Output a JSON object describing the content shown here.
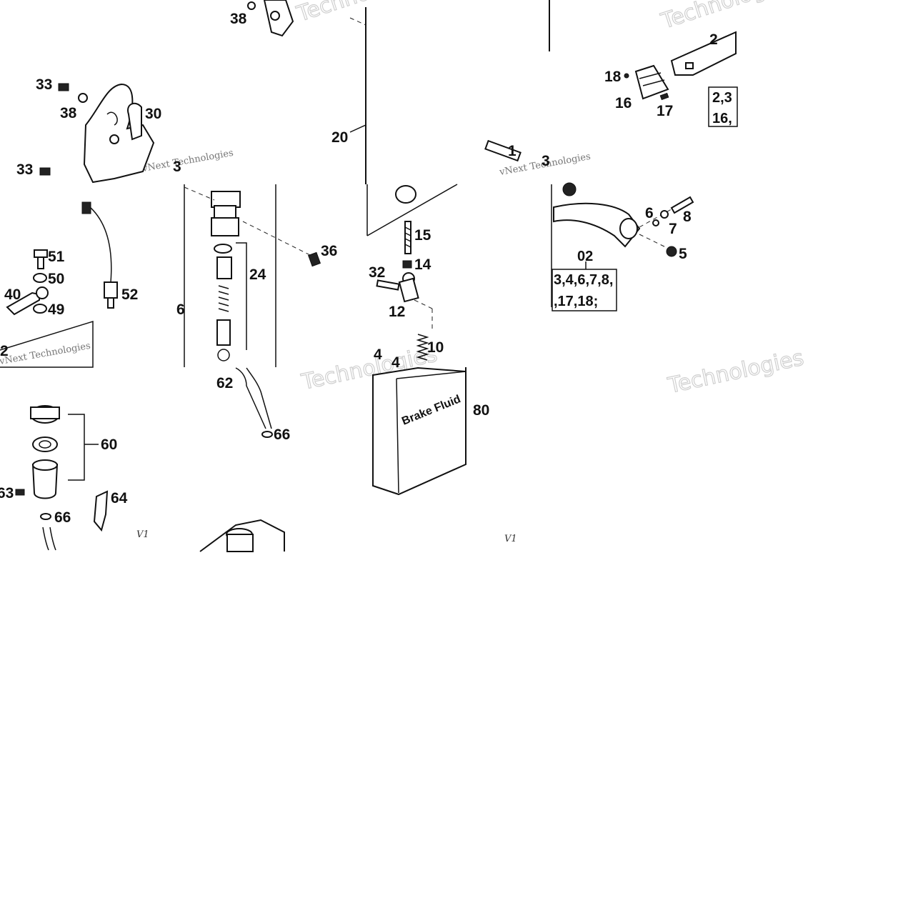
{
  "diagram": {
    "brand_text": "Brake Fluid",
    "version_labels": [
      "V1",
      "V1"
    ],
    "watermarks": [
      "Technologies",
      "vNext Technologies"
    ],
    "kit_label": "02",
    "kit_contents": [
      "3,4,6,7,8,",
      ",17,18;"
    ],
    "kit_contents_top": [
      "2,3",
      "16,"
    ],
    "callouts": {
      "n1": "1",
      "n2": "2",
      "n2b": "2",
      "n3": "3",
      "n3b": "3",
      "n4": "4",
      "n4b": "4",
      "n5": "5",
      "n6": "6",
      "n6b": "6",
      "n7": "7",
      "n8": "8",
      "n10": "10",
      "n12": "12",
      "n14": "14",
      "n15": "15",
      "n16": "16",
      "n17": "17",
      "n18": "18",
      "n20": "20",
      "n24": "24",
      "n30": "30",
      "n32": "32",
      "n33a": "33",
      "n33b": "33",
      "n36": "36",
      "n38a": "38",
      "n38b": "38",
      "n40": "40",
      "n49": "49",
      "n50": "50",
      "n51": "51",
      "n52": "52",
      "n60": "60",
      "n62": "62",
      "n63": "63",
      "n64": "64",
      "n66a": "66",
      "n66b": "66",
      "n80": "80"
    }
  }
}
